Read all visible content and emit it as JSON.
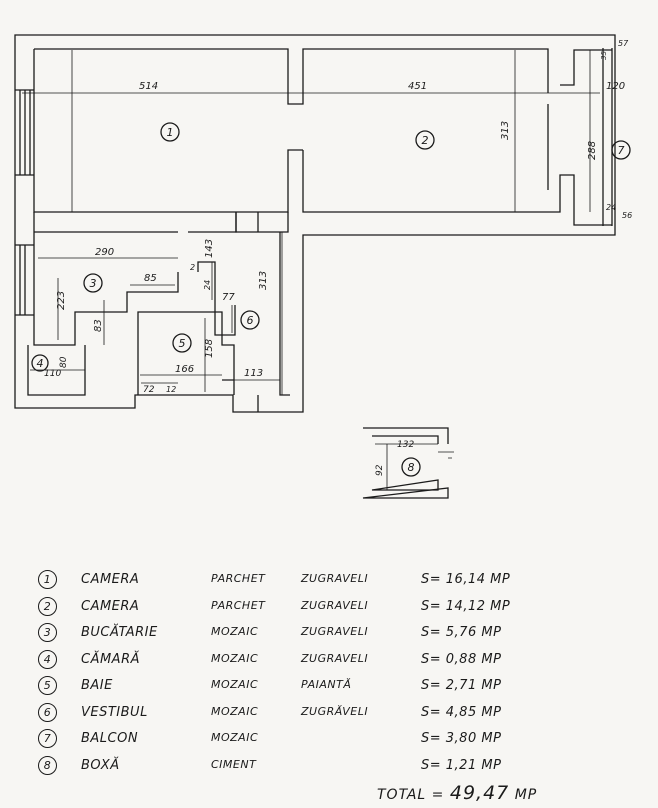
{
  "plan": {
    "dimensions": {
      "d514": "514",
      "d451": "451",
      "d120": "120",
      "d313a": "313",
      "d288": "288",
      "d57": "57",
      "d35": "35",
      "d24": "24",
      "d56": "56",
      "d290": "290",
      "d143": "143",
      "d2": "2",
      "d223": "223",
      "d85": "85",
      "d24b": "24",
      "d77": "77",
      "d83": "83",
      "d313b": "313",
      "d158": "158",
      "d166": "166",
      "d113": "113",
      "d110": "110",
      "d80": "80",
      "d72": "72",
      "d12": "12",
      "d132": "132",
      "d92": "92"
    },
    "room_numbers": [
      "1",
      "2",
      "3",
      "4",
      "5",
      "6",
      "7",
      "8"
    ]
  },
  "legend": [
    {
      "num": "1",
      "name": "CAMERA",
      "floor": "PARCHET",
      "walls": "ZUGRAVELI",
      "area": "S= 16,14 MP"
    },
    {
      "num": "2",
      "name": "CAMERA",
      "floor": "PARCHET",
      "walls": "ZUGRAVELI",
      "area": "S= 14,12 MP"
    },
    {
      "num": "3",
      "name": "BUCĂTARIE",
      "floor": "MOZAIC",
      "walls": "ZUGRAVELI",
      "area": "S= 5,76 MP"
    },
    {
      "num": "4",
      "name": "CĂMARĂ",
      "floor": "MOZAIC",
      "walls": "ZUGRAVELI",
      "area": "S= 0,88 MP"
    },
    {
      "num": "5",
      "name": "BAIE",
      "floor": "MOZAIC",
      "walls": "PAIANTĂ",
      "area": "S= 2,71 MP"
    },
    {
      "num": "6",
      "name": "VESTIBUL",
      "floor": "MOZAIC",
      "walls": "ZUGRĂVELI",
      "area": "S= 4,85 MP"
    },
    {
      "num": "7",
      "name": "BALCON",
      "floor": "MOZAIC",
      "walls": "",
      "area": "S= 3,80 MP"
    },
    {
      "num": "8",
      "name": "BOXĂ",
      "floor": "CIMENT",
      "walls": "",
      "area": "S= 1,21 MP"
    }
  ],
  "total": {
    "label": "TOTAL =",
    "value": "49,47",
    "unit": "MP"
  }
}
